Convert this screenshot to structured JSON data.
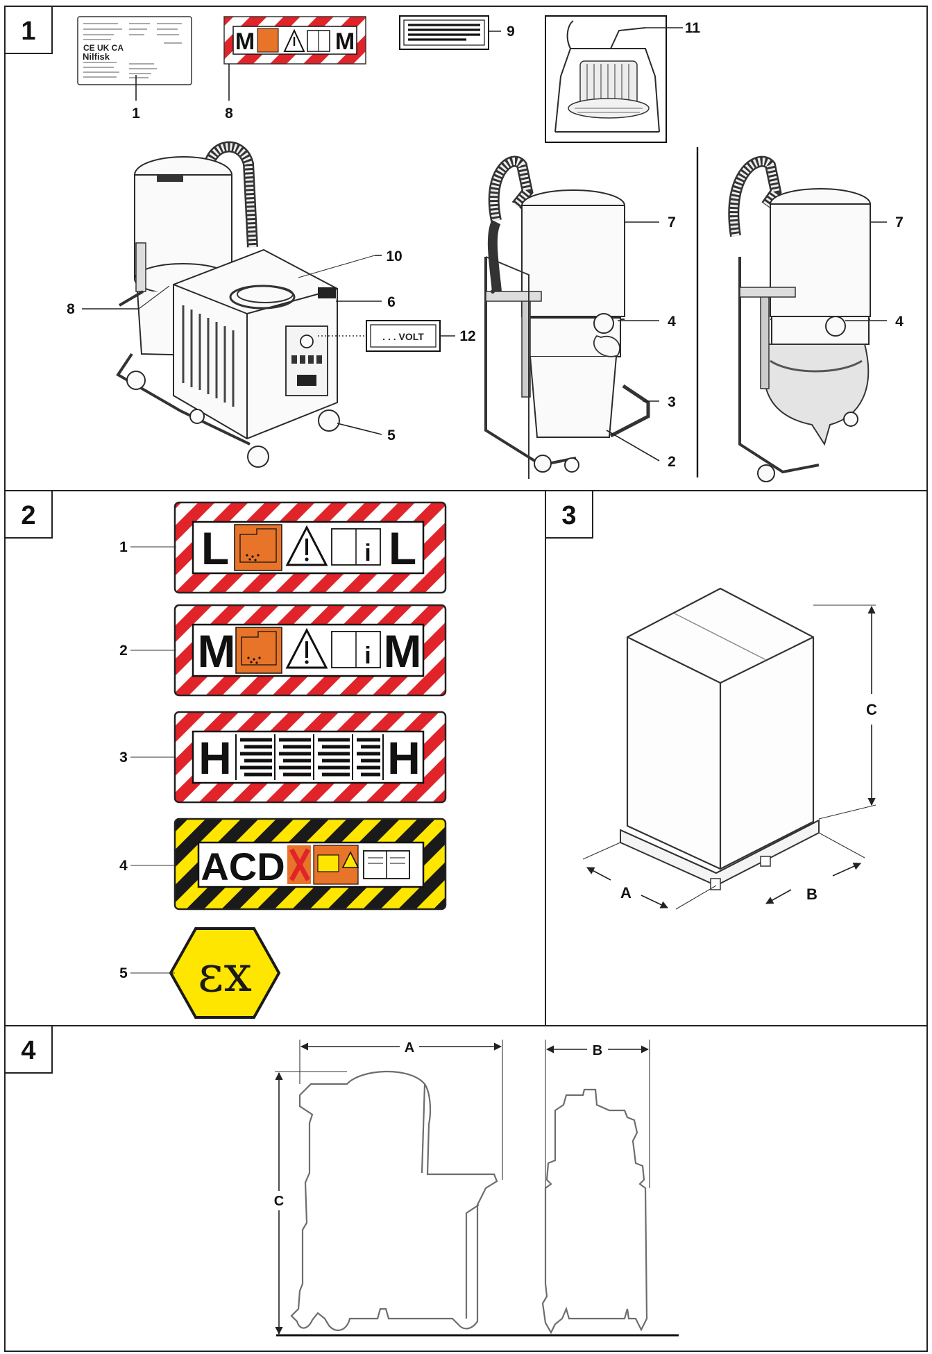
{
  "panels": [
    {
      "number": "1"
    },
    {
      "number": "2"
    },
    {
      "number": "3"
    },
    {
      "number": "4"
    }
  ],
  "fig1": {
    "rating_plate_text": "Nilfisk",
    "label_letter": "M",
    "volt_label": ". . . VOLT",
    "callouts": [
      "1",
      "8",
      "9",
      "11",
      "10",
      "6",
      "12",
      "5",
      "8",
      "7",
      "4",
      "3",
      "2",
      "7",
      "4"
    ]
  },
  "fig2": {
    "callouts": [
      "1",
      "2",
      "3",
      "4",
      "5"
    ],
    "label_letters": [
      "L",
      "M",
      "H"
    ],
    "acd_text": "ACD",
    "ex_text": "εx"
  },
  "fig3": {
    "dims": [
      "A",
      "B",
      "C"
    ]
  },
  "fig4": {
    "dims": [
      "A",
      "B",
      "C"
    ]
  },
  "colors": {
    "stripe_red": "#e0242a",
    "stripe_yellow": "#ffe600",
    "stripe_black": "#1a1a1a",
    "orange": "#e8742a",
    "frame": "#222222"
  },
  "icons": [
    "rating-plate-icon",
    "dust-class-label-icon",
    "text-sticker-icon",
    "motor-detail-icon",
    "vacuum-cleaner-icon",
    "warning-triangle-icon",
    "manual-book-icon",
    "ex-hexagon-icon",
    "shipping-box-icon",
    "silhouette-side-icon",
    "silhouette-front-icon"
  ]
}
